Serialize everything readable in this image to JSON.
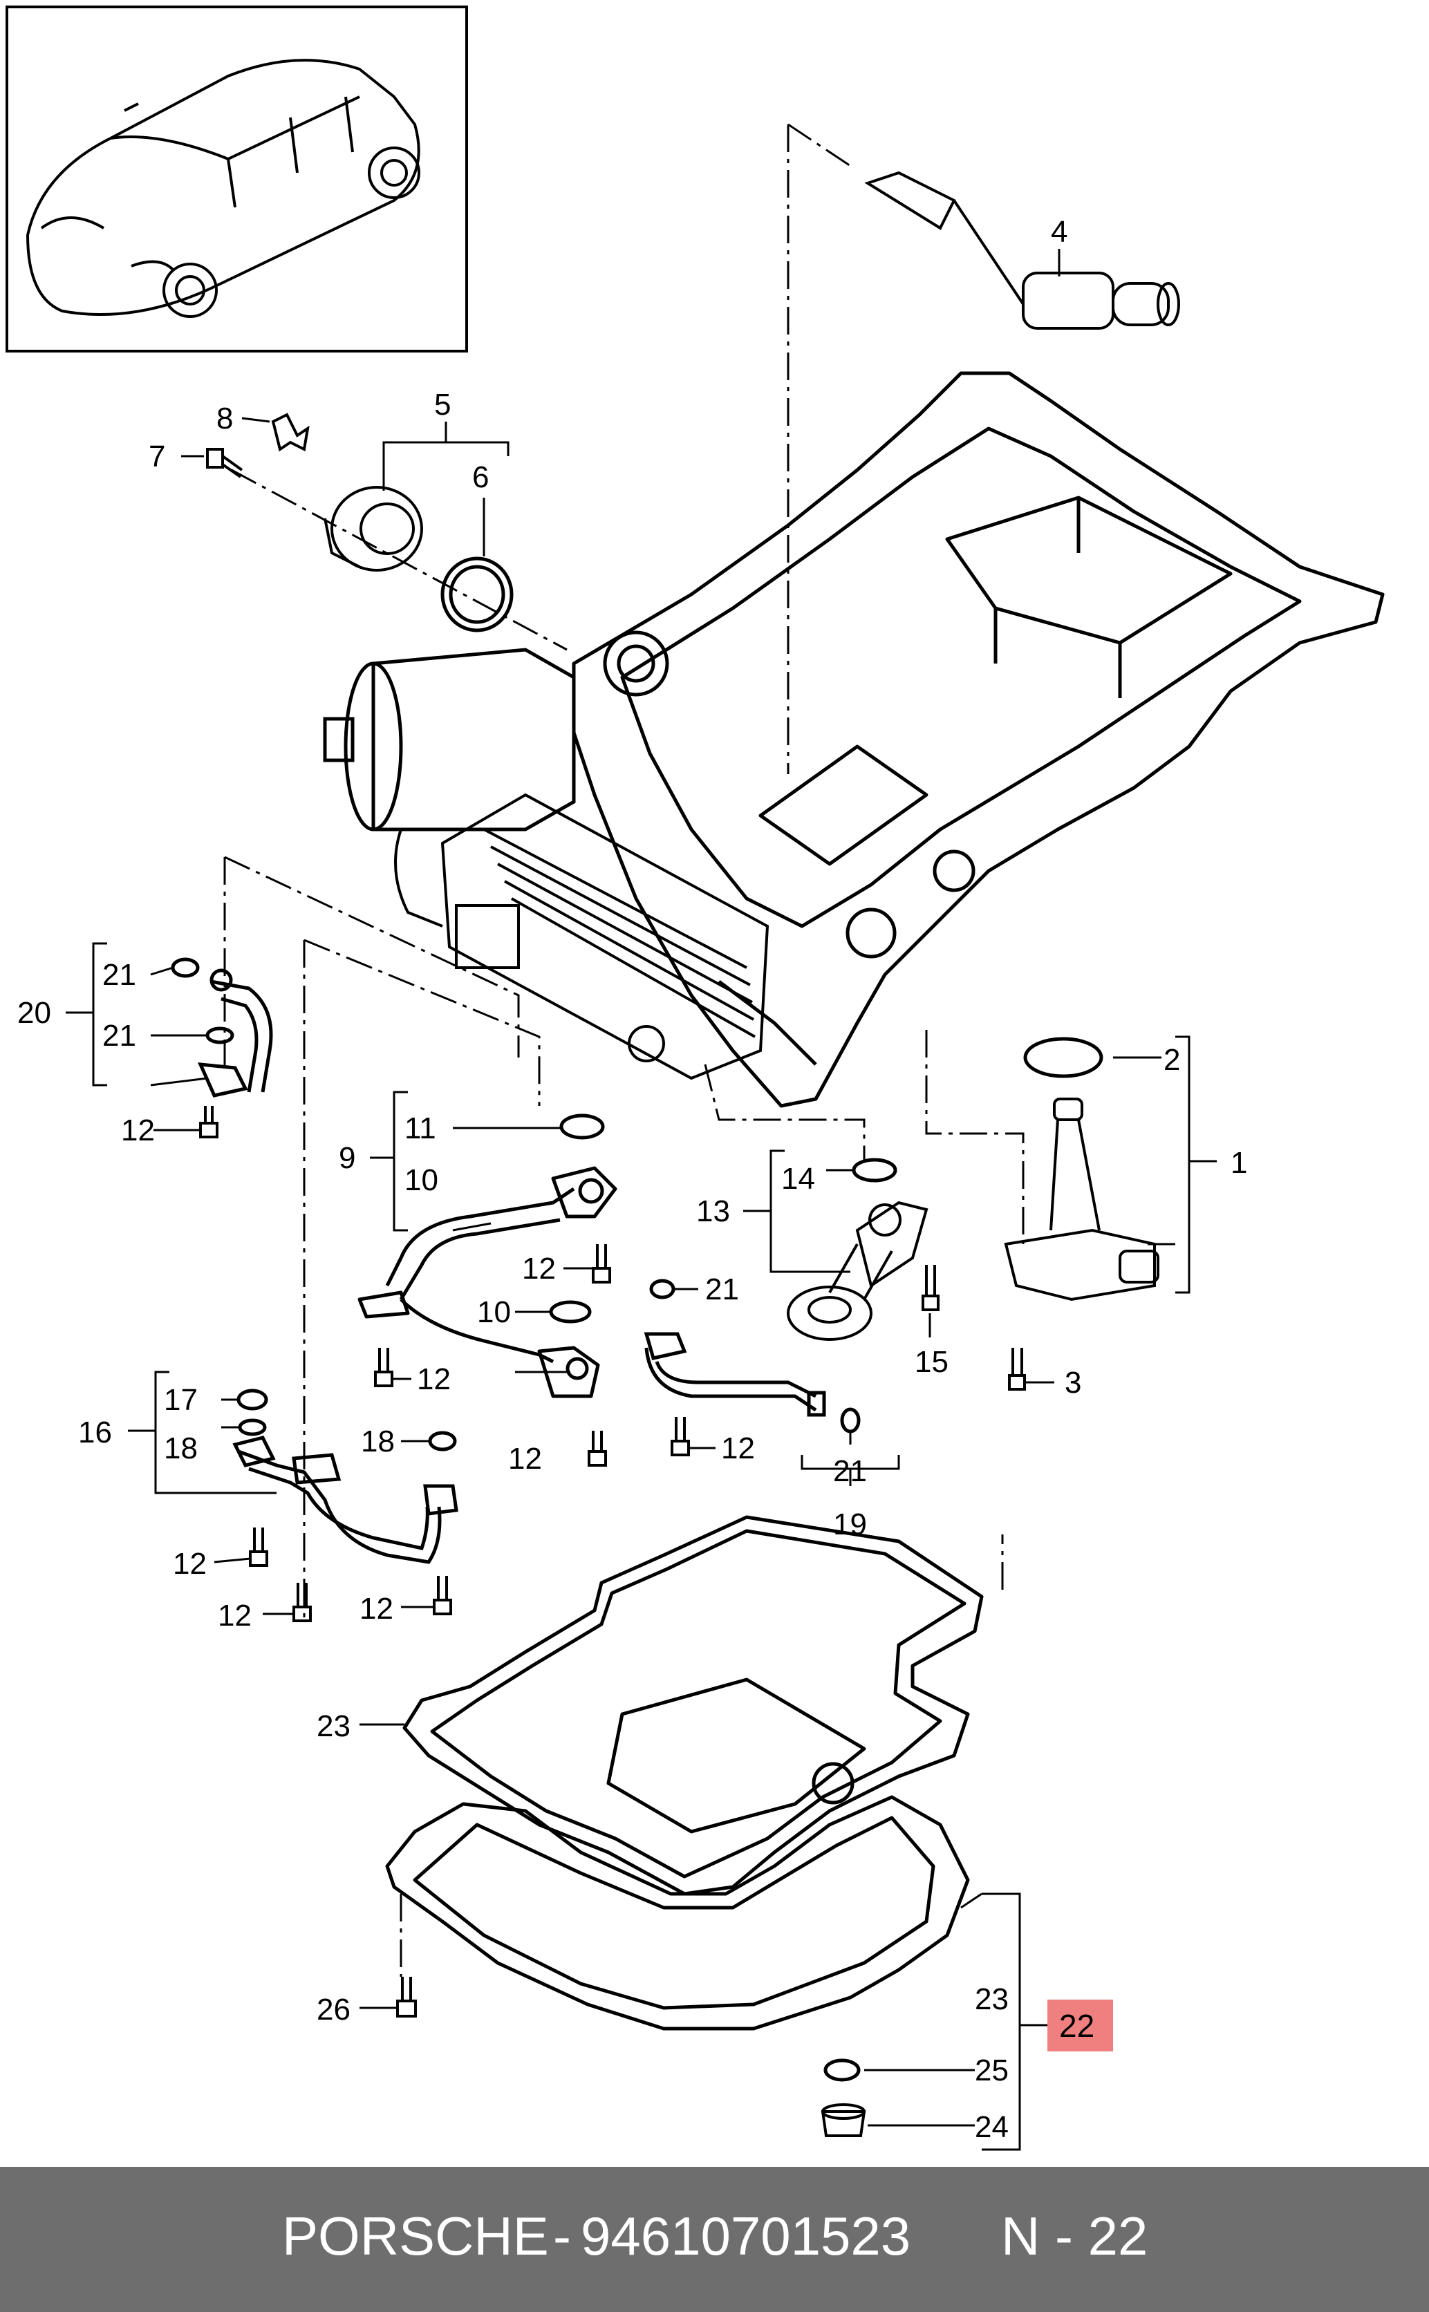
{
  "callouts": {
    "c1": "1",
    "c2": "2",
    "c3": "3",
    "c4": "4",
    "c5": "5",
    "c6": "6",
    "c7": "7",
    "c8": "8",
    "c9": "9",
    "c10a": "10",
    "c10b": "10",
    "c11": "11",
    "c12a": "12",
    "c12b": "12",
    "c12c": "12",
    "c12d": "12",
    "c12e": "12",
    "c12f": "12",
    "c12g": "12",
    "c12h": "12",
    "c13": "13",
    "c14": "14",
    "c15": "15",
    "c16": "16",
    "c17": "17",
    "c18a": "18",
    "c18b": "18",
    "c19": "19",
    "c20": "20",
    "c21a": "21",
    "c21b": "21",
    "c21c": "21",
    "c21d": "21",
    "c22": "22",
    "c23a": "23",
    "c23b": "23",
    "c24": "24",
    "c25": "25",
    "c26": "26"
  },
  "highlight": {
    "label": "22",
    "color": "#f08080"
  },
  "footer": {
    "brand": "PORSCHE",
    "separator": "-",
    "part_number": "94610701523",
    "ref": "N - 22"
  },
  "colors": {
    "footer_bg": "#6e6e6e",
    "footer_text": "#ffffff",
    "line": "#000000"
  }
}
